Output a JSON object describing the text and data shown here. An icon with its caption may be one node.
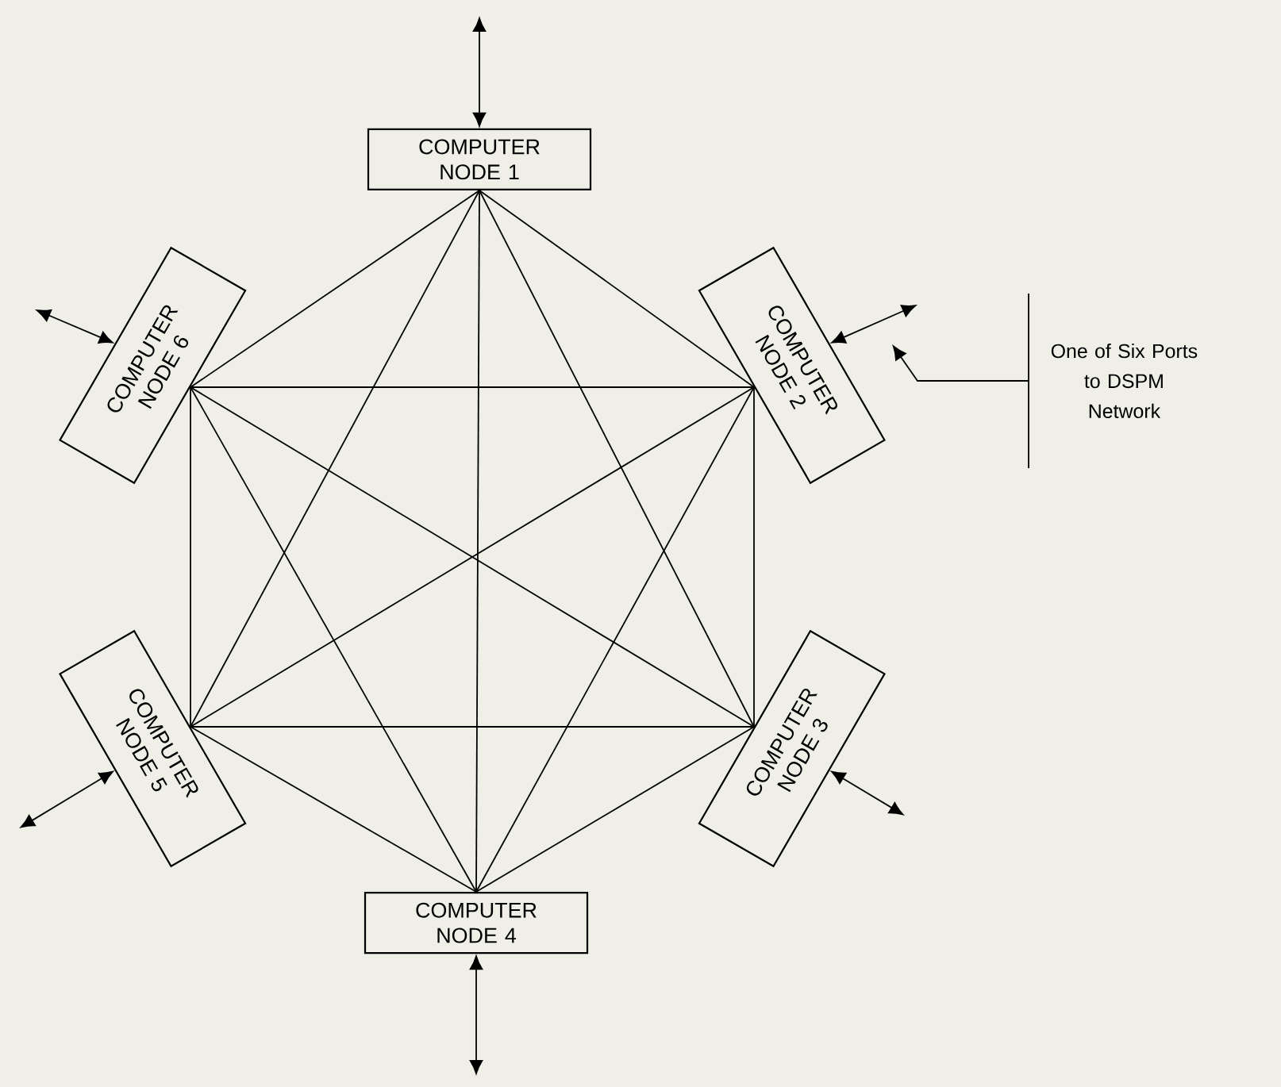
{
  "diagram": {
    "nodes": [
      {
        "text": [
          "COMPUTER NODE 1"
        ]
      },
      {
        "text": [
          "COMPUTER NODE 2"
        ]
      },
      {
        "text": [
          "COMPUTER NODE 3"
        ]
      },
      {
        "text": [
          "COMPUTER NODE 4"
        ]
      },
      {
        "text": [
          "COMPUTER NODE 5"
        ]
      },
      {
        "text": [
          "COMPUTER NODE 6"
        ]
      },
      {
        "text": [
          "One of Six Ports to DSPM Network"
        ]
      }
    ],
    "edges": [
      {
        "from": 0,
        "to": 1,
        "arrow": "none"
      },
      {
        "from": 0,
        "to": 2,
        "arrow": "none"
      },
      {
        "from": 0,
        "to": 3,
        "arrow": "none"
      },
      {
        "from": 0,
        "to": 4,
        "arrow": "none"
      },
      {
        "from": 0,
        "to": 5,
        "arrow": "none"
      },
      {
        "from": 1,
        "to": 2,
        "arrow": "none"
      },
      {
        "from": 1,
        "to": 3,
        "arrow": "none"
      },
      {
        "from": 1,
        "to": 4,
        "arrow": "none"
      },
      {
        "from": 1,
        "to": 5,
        "arrow": "none"
      },
      {
        "from": 2,
        "to": 3,
        "arrow": "none"
      },
      {
        "from": 2,
        "to": 4,
        "arrow": "none"
      },
      {
        "from": 2,
        "to": 5,
        "arrow": "none"
      },
      {
        "from": 3,
        "to": 4,
        "arrow": "none"
      },
      {
        "from": 3,
        "to": 5,
        "arrow": "none"
      },
      {
        "from": 4,
        "to": 5,
        "arrow": "none"
      },
      {
        "from": null,
        "to": 0,
        "arrow": "both"
      },
      {
        "from": null,
        "to": 1,
        "arrow": "both"
      },
      {
        "from": null,
        "to": 2,
        "arrow": "both"
      },
      {
        "from": null,
        "to": 3,
        "arrow": "both"
      },
      {
        "from": null,
        "to": 4,
        "arrow": "both"
      },
      {
        "from": null,
        "to": 5,
        "arrow": "both"
      },
      {
        "from": 6,
        "to": null,
        "arrow": "to"
      }
    ]
  }
}
